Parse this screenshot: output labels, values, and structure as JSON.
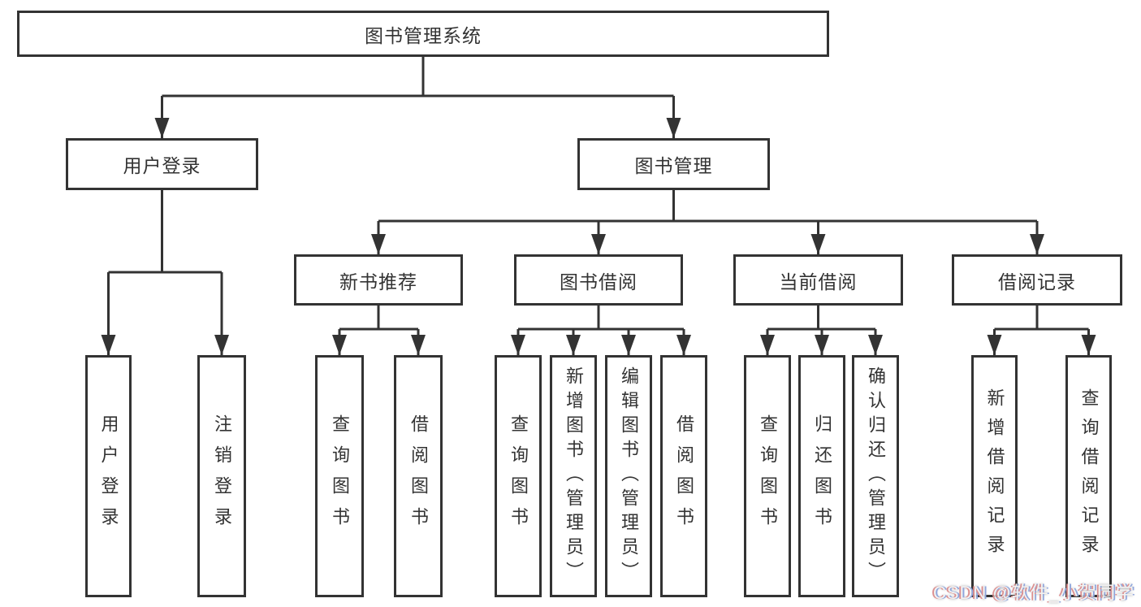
{
  "nodes": {
    "root": "图书管理系统",
    "user_login": "用户登录",
    "book_mgmt": "图书管理",
    "new_book_rec": "新书推荐",
    "book_borrow": "图书借阅",
    "current_borrow": "当前借阅",
    "borrow_records": "借阅记录",
    "leaf_user_login": "用户登录",
    "leaf_logout": "注销登录",
    "leaf_nb_query": "查询图书",
    "leaf_nb_borrow": "借阅图书",
    "leaf_bb_query": "查询图书",
    "leaf_bb_add": "新增图书（管理员）",
    "leaf_bb_edit": "编辑图书（管理员）",
    "leaf_bb_borrow": "借阅图书",
    "leaf_cb_query": "查询图书",
    "leaf_cb_return": "归还图书",
    "leaf_cb_confirm": "确认归还（管理员）",
    "leaf_br_add": "新增借阅记录",
    "leaf_br_query": "查询借阅记录"
  },
  "structure": {
    "图书管理系统": {
      "用户登录": [
        "用户登录",
        "注销登录"
      ],
      "图书管理": {
        "新书推荐": [
          "查询图书",
          "借阅图书"
        ],
        "图书借阅": [
          "查询图书",
          "新增图书（管理员）",
          "编辑图书（管理员）",
          "借阅图书"
        ],
        "当前借阅": [
          "查询图书",
          "归还图书",
          "确认归还（管理员）"
        ],
        "借阅记录": [
          "新增借阅记录",
          "查询借阅记录"
        ]
      }
    }
  },
  "watermark": "CSDN @软件_小贺同学",
  "colors": {
    "line": "#333333",
    "box_border": "#333333",
    "text": "#333333",
    "background": "#ffffff",
    "watermark_fringe_left": "#dd8f8f",
    "watermark_fringe_right": "#8fa6dd"
  }
}
